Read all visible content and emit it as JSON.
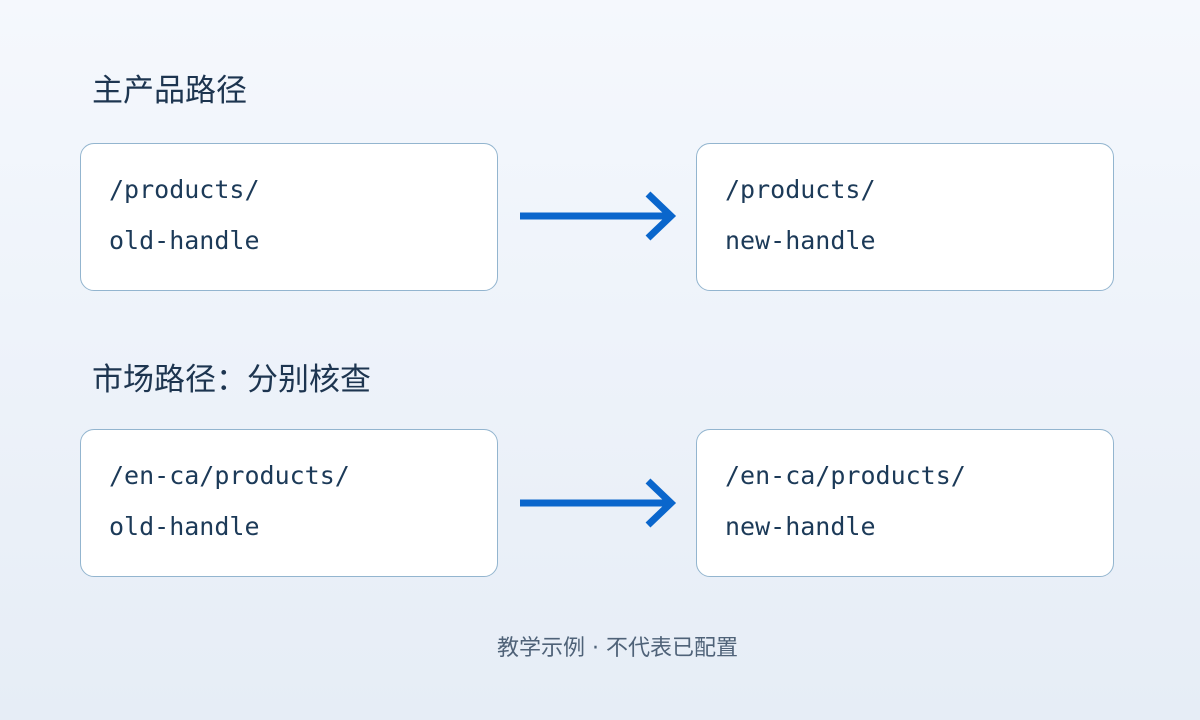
{
  "sections": [
    {
      "title": "主产品路径",
      "source": {
        "line1": "/products/",
        "line2": "old-handle"
      },
      "target": {
        "line1": "/products/",
        "line2": "new-handle"
      }
    },
    {
      "title": "市场路径：分别核查",
      "source": {
        "line1": "/en-ca/products/",
        "line2": "old-handle"
      },
      "target": {
        "line1": "/en-ca/products/",
        "line2": "new-handle"
      }
    }
  ],
  "footnote": "教学示例 · 不代表已配置",
  "colors": {
    "arrow": "#0a66cc",
    "box_border": "#93b5cf",
    "path_text": "#1c3a58",
    "title_text": "#1d3550"
  },
  "icons": {
    "arrow": "arrow-right-icon"
  }
}
